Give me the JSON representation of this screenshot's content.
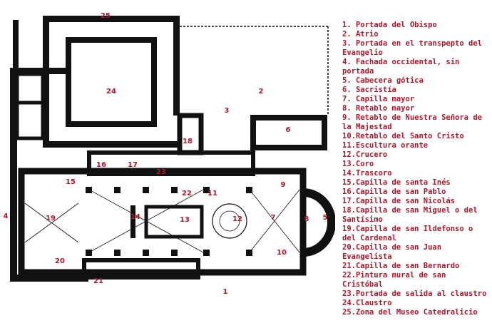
{
  "plan_labels": [
    "25",
    "24",
    "2",
    "3",
    "18",
    "6",
    "16",
    "17",
    "23",
    "15",
    "22",
    "11",
    "9",
    "4",
    "19",
    "14",
    "13",
    "12",
    "7",
    "8",
    "5",
    "20",
    "10",
    "21",
    "1"
  ],
  "legend": [
    "1. Portada del Obispo",
    "2. Atrio",
    "3. Portada en el transpepto del Evangelio",
    "4. Fachada occidental, sin portada",
    "5. Cabecera gótica",
    "6. Sacristía",
    "7. Capilla mayor",
    "8. Retablo mayor",
    "9. Retablo de Nuestra Señora de la Majestad",
    "10.Retablo del Santo Cristo",
    "11.Escultura orante",
    "12.Crucero",
    "13.Coro",
    "14.Trascoro",
    "15.Capilla de santa Inés",
    "16.Capilla de san Pablo",
    "17.Capilla de san Nicolás",
    "18.Capilla de san Miguel o del Santísimo",
    "19.Capilla de san Ildefonso o del Cardenal",
    "20.Capilla de san Juan Evangelista",
    "21.Capilla de san Bernardo",
    "22.Pintura mural de san Cristóbal",
    "23.Portada de salida al claustro",
    "24.Claustro",
    "25.Zona del Museo Catedralicio"
  ]
}
